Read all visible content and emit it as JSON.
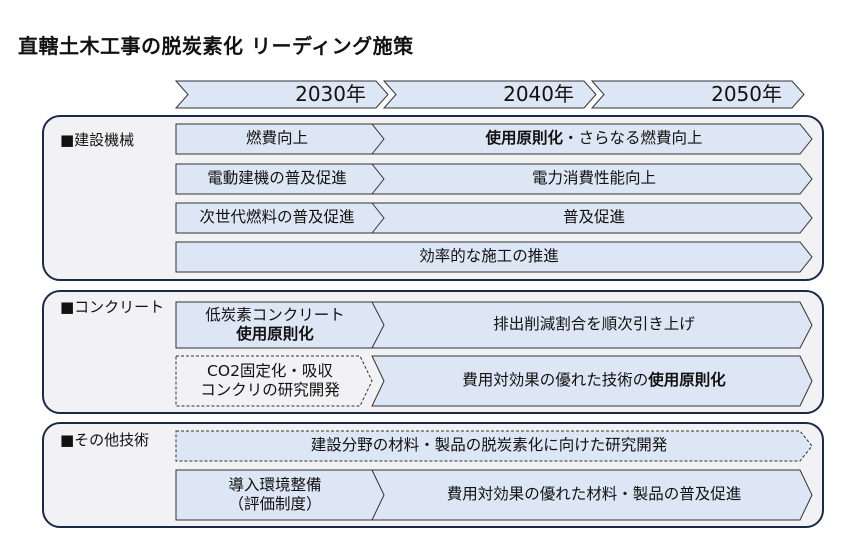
{
  "title": "直轄土木工事の脱炭素化 リーディング施策",
  "timeline": [
    "2030年",
    "2040年",
    "2050年"
  ],
  "groups": [
    {
      "label": "■建設機械",
      "rows": [
        {
          "left": "燃費向上",
          "right_bold": "使用原則化",
          "right_rest": "・さらなる燃費向上"
        },
        {
          "left": "電動建機の普及促進",
          "right": "電力消費性能向上"
        },
        {
          "left": "次世代燃料の普及促進",
          "right": "普及促進"
        },
        {
          "full": "効率的な施工の推進"
        }
      ]
    },
    {
      "label": "■コンクリート",
      "rows": [
        {
          "left_line1": "低炭素コンクリート",
          "left_line2_bold": "使用原則化",
          "right": "排出削減割合を順次引き上げ"
        },
        {
          "left_line1": "CO2固定化・吸収",
          "left_line2": "コンクリの研究開発",
          "right_rest": "費用対効果の優れた技術の",
          "right_bold": "使用原則化"
        }
      ]
    },
    {
      "label": "■その他技術",
      "rows": [
        {
          "full": "建設分野の材料・製品の脱炭素化に向けた研究開発"
        },
        {
          "left_line1": "導入環境整備",
          "left_line2": "（評価制度）",
          "right": "費用対効果の優れた材料・製品の普及促進"
        }
      ]
    }
  ],
  "colors": {
    "fill": "#dde6f4",
    "stroke": "#333333",
    "border": "#1c2a47",
    "panel": "#f2f2f4"
  }
}
